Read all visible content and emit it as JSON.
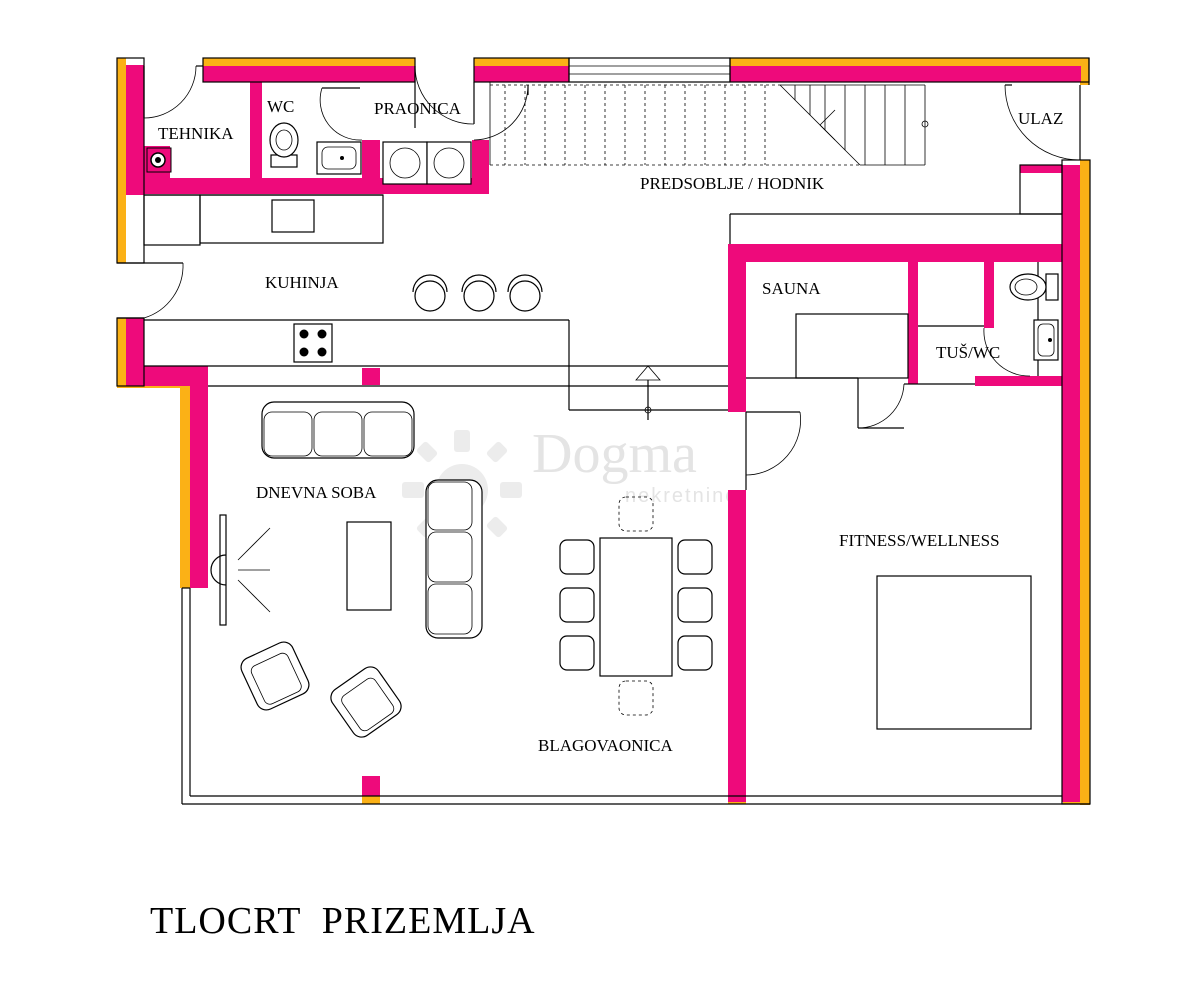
{
  "title": "TLOCRT  PRIZEMLJA",
  "watermark": {
    "brand": "Dogma",
    "sub": "nekretnine"
  },
  "rooms": {
    "tehnika": "TEHNIKA",
    "wc": "WC",
    "praonica": "PRAONICA",
    "ulaz": "ULAZ",
    "predsoblje": "PREDSOBLJE / HODNIK",
    "kuhinja": "KUHINJA",
    "sauna": "SAUNA",
    "tus_wc": "TUŠ/WC",
    "dnevna": "DNEVNA SOBA",
    "fitness": "FITNESS/WELLNESS",
    "blagovaonica": "BLAGOVAONICA"
  },
  "colors": {
    "wall": "#ee0a7b",
    "insulation": "#fbb116",
    "line": "#000000"
  }
}
